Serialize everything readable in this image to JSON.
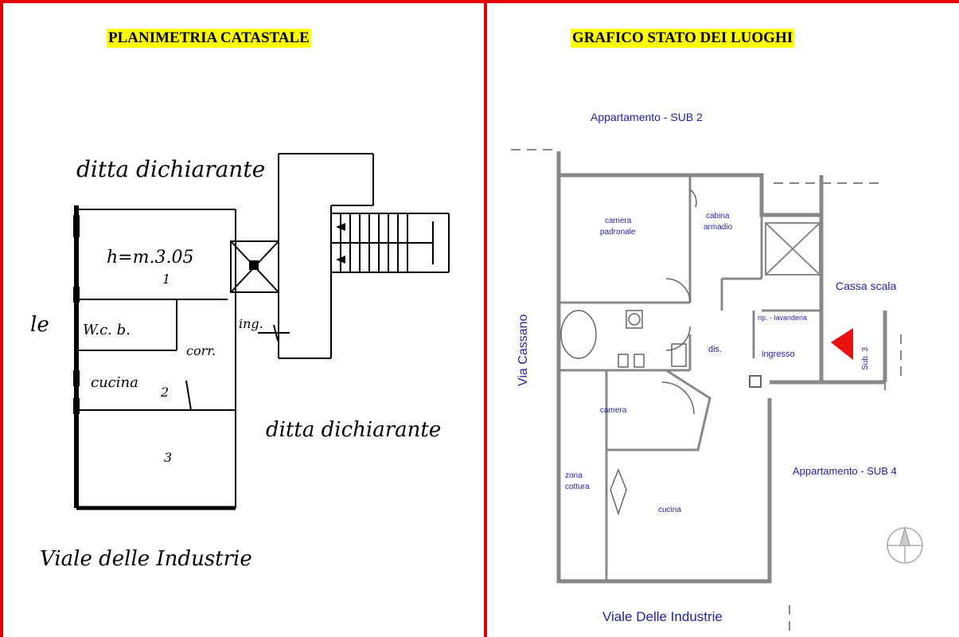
{
  "left_panel": {
    "title": "PLANIMETRIA CATASTALE",
    "labels": {
      "ditta_top": "ditta dichiarante",
      "height": "h=m.3.05",
      "room1": "1",
      "wc": "W.c. b.",
      "ing": "ing.",
      "corr": "corr.",
      "cucina": "cucina",
      "room2": "2",
      "room3": "3",
      "ditta_right": "ditta dichiarante",
      "street": "Viale delle Industrie",
      "edge": "le"
    }
  },
  "right_panel": {
    "title": "GRAFICO STATO DEI LUOGHI",
    "labels": {
      "sub2": "Appartamento - SUB 2",
      "camera_padronale_1": "camera",
      "camera_padronale_2": "padronale",
      "cabina_1": "cabina",
      "cabina_2": "armadio",
      "cassa_scala": "Cassa scala",
      "lavanderia": "rip. - lavanderia",
      "dis": "dis.",
      "ingresso": "ingresso",
      "sub3": "Sub. 3",
      "via_cassano": "Via Cassano",
      "camera": "camera",
      "sub4": "Appartamento - SUB 4",
      "zona_cottura_1": "zona",
      "zona_cottura_2": "cottura",
      "cucina": "cucina",
      "street": "Viale Delle Industrie"
    }
  },
  "colors": {
    "border": "#e00000",
    "title_bg": "#ffff00",
    "plan_text": "#1f1fa8",
    "arrow": "#e81010"
  }
}
